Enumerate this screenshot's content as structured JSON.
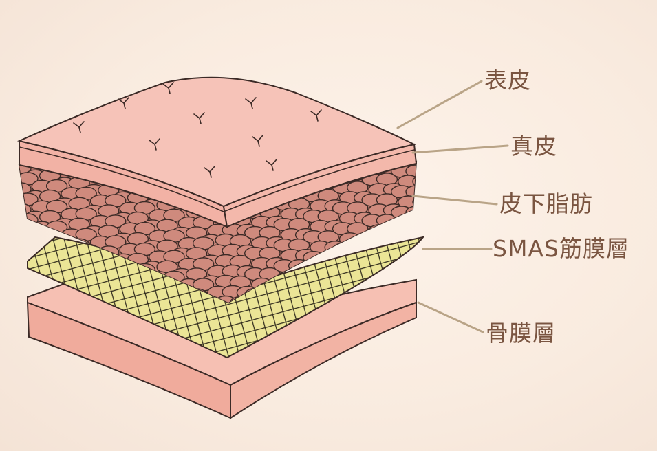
{
  "layers": [
    {
      "key": "epidermis",
      "label": "表皮"
    },
    {
      "key": "dermis",
      "label": "真皮"
    },
    {
      "key": "subcutaneous_fat",
      "label": "皮下脂肪"
    },
    {
      "key": "smas",
      "label": "SMAS筋膜層"
    },
    {
      "key": "periosteum",
      "label": "骨膜層"
    }
  ],
  "colors": {
    "skin": "#f3b4a8",
    "skin_top": "#f6c3b8",
    "fat_cell": "#cf8a7d",
    "smas_mesh": "#ebe596",
    "periosteum": "#f3b6a6",
    "outline": "#3b2a26",
    "leader_line": "#b9a487",
    "label_text": "#7a5541"
  }
}
